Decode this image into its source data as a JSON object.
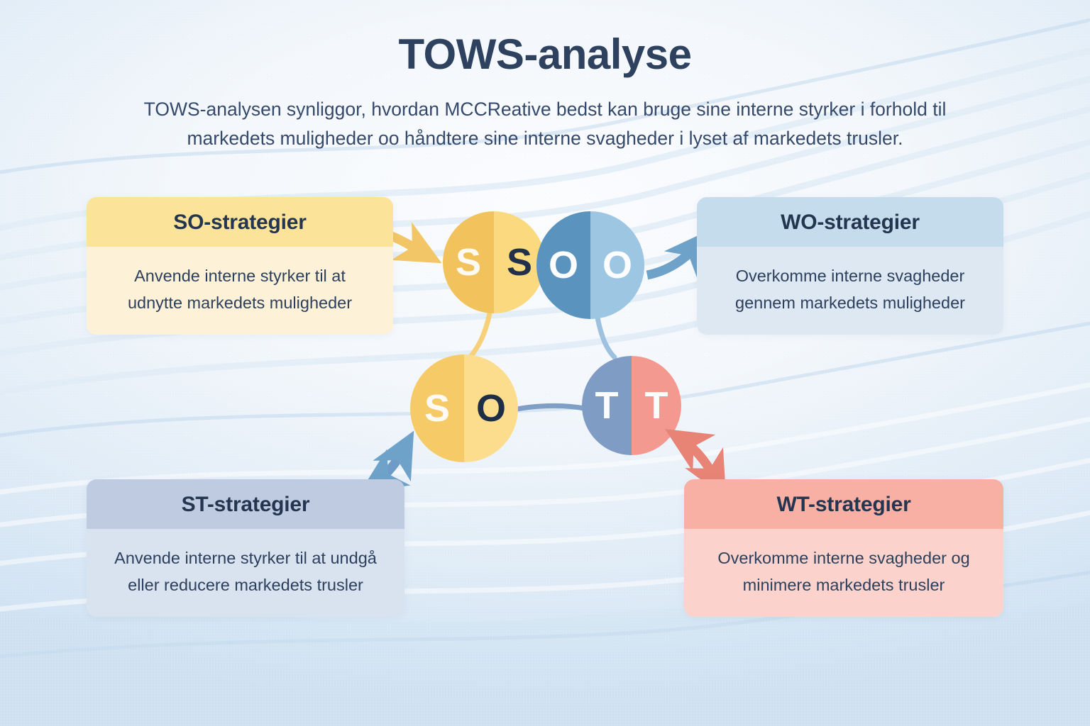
{
  "header": {
    "title": "TOWS-analyse",
    "subtitle": "TOWS-analysen synliggor, hvordan MCCReative bedst kan bruge sine interne styrker i forhold til markedets muligheder oo håndtere sine interne svagheder i lyset af markedets trusler."
  },
  "cards": {
    "so": {
      "title": "SO-strategier",
      "body": "Anvende interne styrker til at udnytte markedets muligheder",
      "header_color": "#fbe49a",
      "body_color": "#fdf2d7"
    },
    "wo": {
      "title": "WO-strategier",
      "body": "Overkomme interne svagheder gennem markedets muligheder",
      "header_color": "#c5dcec",
      "body_color": "#dde8f3"
    },
    "st": {
      "title": "ST-strategier",
      "body": "Anvende interne styrker til at undgå eller reducere markedets trusler",
      "header_color": "#bfcbe0",
      "body_color": "#d9e2ef"
    },
    "wt": {
      "title": "WT-strategier",
      "body": "Overkomme interne svagheder og minimere markedets trusler",
      "header_color": "#f8b0a5",
      "body_color": "#fbd3cc"
    }
  },
  "circles": {
    "strengths": {
      "left_letter": "S",
      "right_letter": "S",
      "left_color": "#f2c35c",
      "right_color": "#fbd97e"
    },
    "opportunities": {
      "left_letter": "O",
      "right_letter": "O",
      "left_color": "#5b93bf",
      "right_color": "#9dc6e2"
    },
    "so": {
      "left_letter": "S",
      "right_letter": "O",
      "left_color": "#f7ca68",
      "right_color": "#fcdd8d"
    },
    "threats": {
      "left_letter": "T",
      "right_letter": "T",
      "left_color": "#7e9cc4",
      "right_color": "#f4998f"
    }
  },
  "arrows": {
    "so_arrow": {
      "name": "so-arrow",
      "color": "#f2c567",
      "direction": "single"
    },
    "wo_arrow": {
      "name": "wo-arrow",
      "color": "#6fa2c9",
      "direction": "single"
    },
    "st_arrow": {
      "name": "st-arrow",
      "color": "#6e9cc6",
      "direction": "double"
    },
    "wt_arrow": {
      "name": "wt-arrow",
      "color": "#e78476",
      "direction": "double"
    }
  },
  "theme": {
    "title_color": "#2e4260",
    "text_color": "#2c3f5c",
    "background": "#e8f1f9"
  }
}
